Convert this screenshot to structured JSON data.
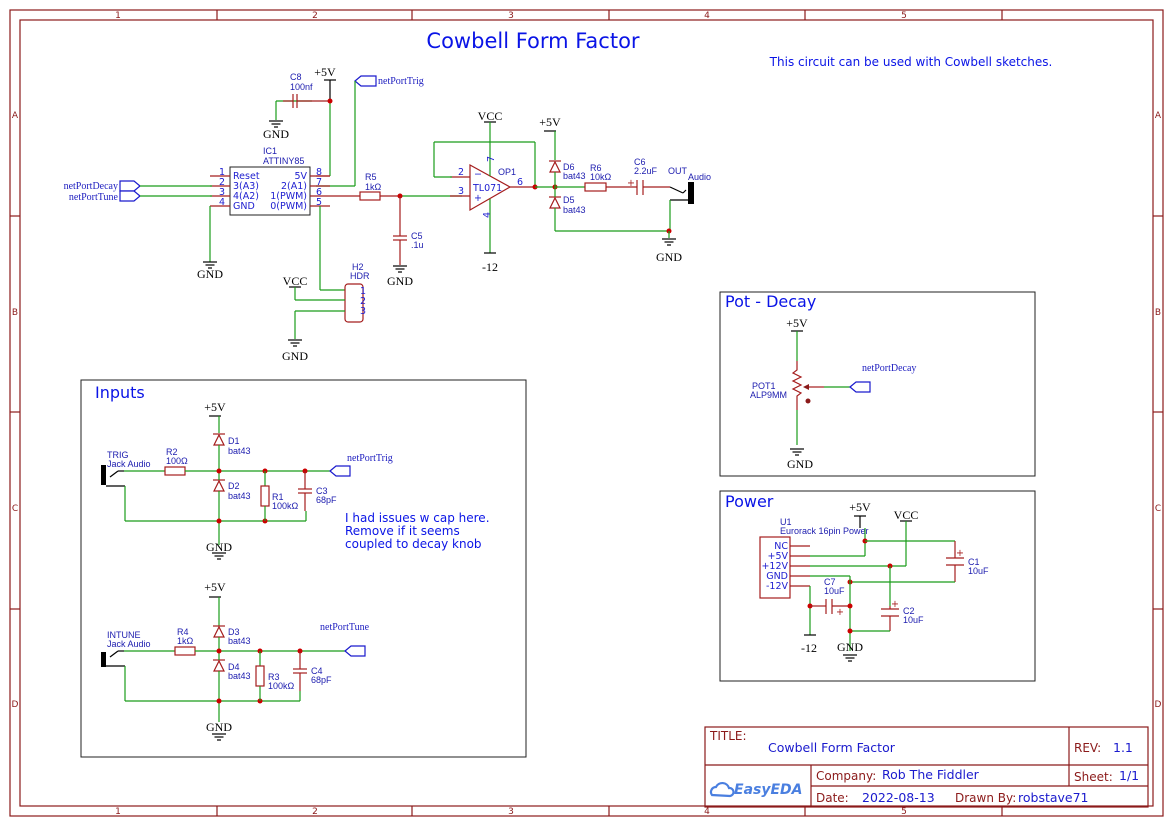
{
  "sheet": {
    "title": "Cowbell Form Factor",
    "note": "This circuit can be used with Cowbell sketches.",
    "columns": [
      "1",
      "2",
      "3",
      "4",
      "5"
    ],
    "rows": [
      "A",
      "B",
      "C",
      "D"
    ]
  },
  "main": {
    "ic1": {
      "ref": "IC1",
      "value": "ATTINY85",
      "left_pins": [
        {
          "num": "1",
          "name": "Reset"
        },
        {
          "num": "2",
          "name": "3(A3)"
        },
        {
          "num": "3",
          "name": "4(A2)"
        },
        {
          "num": "4",
          "name": "GND"
        }
      ],
      "right_pins": [
        {
          "num": "8",
          "name": "5V"
        },
        {
          "num": "7",
          "name": "2(A1)"
        },
        {
          "num": "6",
          "name": "1(PWM)"
        },
        {
          "num": "5",
          "name": "0(PWM)"
        }
      ]
    },
    "c8": {
      "ref": "C8",
      "value": "100nf"
    },
    "r5": {
      "ref": "R5",
      "value": "1kΩ"
    },
    "c5": {
      "ref": "C5",
      "value": ".1u"
    },
    "h2": {
      "ref": "H2",
      "value": "HDR",
      "pins": [
        "1",
        "2",
        "3"
      ]
    },
    "op1": {
      "ref": "OP1",
      "value": "TL071",
      "pins": {
        "inv": "2",
        "noninv": "3",
        "out": "6",
        "vp": "7",
        "vn": "4"
      },
      "minus": "−",
      "plus": "+"
    },
    "d6": {
      "ref": "D6",
      "value": "bat43"
    },
    "d5": {
      "ref": "D5",
      "value": "bat43"
    },
    "r6": {
      "ref": "R6",
      "value": "10kΩ"
    },
    "c6": {
      "ref": "C6",
      "value": "2.2uF"
    },
    "out_jack": {
      "ref": "OUT",
      "value": "Audio"
    },
    "nets": {
      "decay": "netPortDecay",
      "tune": "netPortTune",
      "trig": "netPortTrig"
    },
    "power": {
      "p5v": "+5V",
      "gnd": "GND",
      "vcc": "VCC",
      "m12": "-12"
    }
  },
  "inputs": {
    "title": "Inputs",
    "trig": {
      "jack_ref": "TRIG",
      "jack_value": "Jack Audio",
      "r2": {
        "ref": "R2",
        "value": "100Ω"
      },
      "d1": {
        "ref": "D1",
        "value": "bat43"
      },
      "d2": {
        "ref": "D2",
        "value": "bat43"
      },
      "r1": {
        "ref": "R1",
        "value": "100kΩ"
      },
      "c3": {
        "ref": "C3",
        "value": "68pF"
      },
      "net": "netPortTrig"
    },
    "tune": {
      "jack_ref": "INTUNE",
      "jack_value": "Jack Audio",
      "r4": {
        "ref": "R4",
        "value": "1kΩ"
      },
      "d3": {
        "ref": "D3",
        "value": "bat43"
      },
      "d4": {
        "ref": "D4",
        "value": "bat43"
      },
      "r3": {
        "ref": "R3",
        "value": "100kΩ"
      },
      "c4": {
        "ref": "C4",
        "value": "68pF"
      },
      "net": "netPortTune"
    },
    "note": [
      "I had issues w cap here.",
      "Remove if it seems",
      "coupled to decay knob"
    ]
  },
  "pot": {
    "title": "Pot - Decay",
    "ref": "POT1",
    "value": "ALP9MM",
    "net": "netPortDecay"
  },
  "power_box": {
    "title": "Power",
    "u1": {
      "ref": "U1",
      "value": "Eurorack 16pin Power",
      "pins": [
        "NC",
        "+5V",
        "+12V",
        "GND",
        "-12V"
      ]
    },
    "c1": {
      "ref": "C1",
      "value": "10uF"
    },
    "c2": {
      "ref": "C2",
      "value": "10uF"
    },
    "c7": {
      "ref": "C7",
      "value": "10uF"
    }
  },
  "title_block": {
    "title_label": "TITLE:",
    "title": "Cowbell Form Factor",
    "rev_label": "REV:",
    "rev": "1.1",
    "company_label": "Company:",
    "company": "Rob The Fiddler",
    "sheet_label": "Sheet:",
    "sheet": "1/1",
    "date_label": "Date:",
    "date": "2022-08-13",
    "drawn_label": "Drawn By:",
    "drawn_by": "robstave71",
    "logo": "EasyEDA"
  }
}
